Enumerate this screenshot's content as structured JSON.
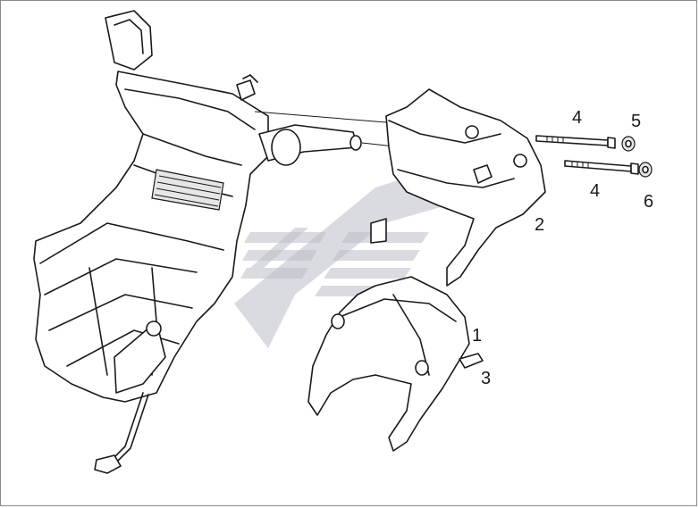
{
  "diagram": {
    "part_labels": [
      "1",
      "2",
      "3",
      "4",
      "4",
      "5",
      "6"
    ]
  }
}
